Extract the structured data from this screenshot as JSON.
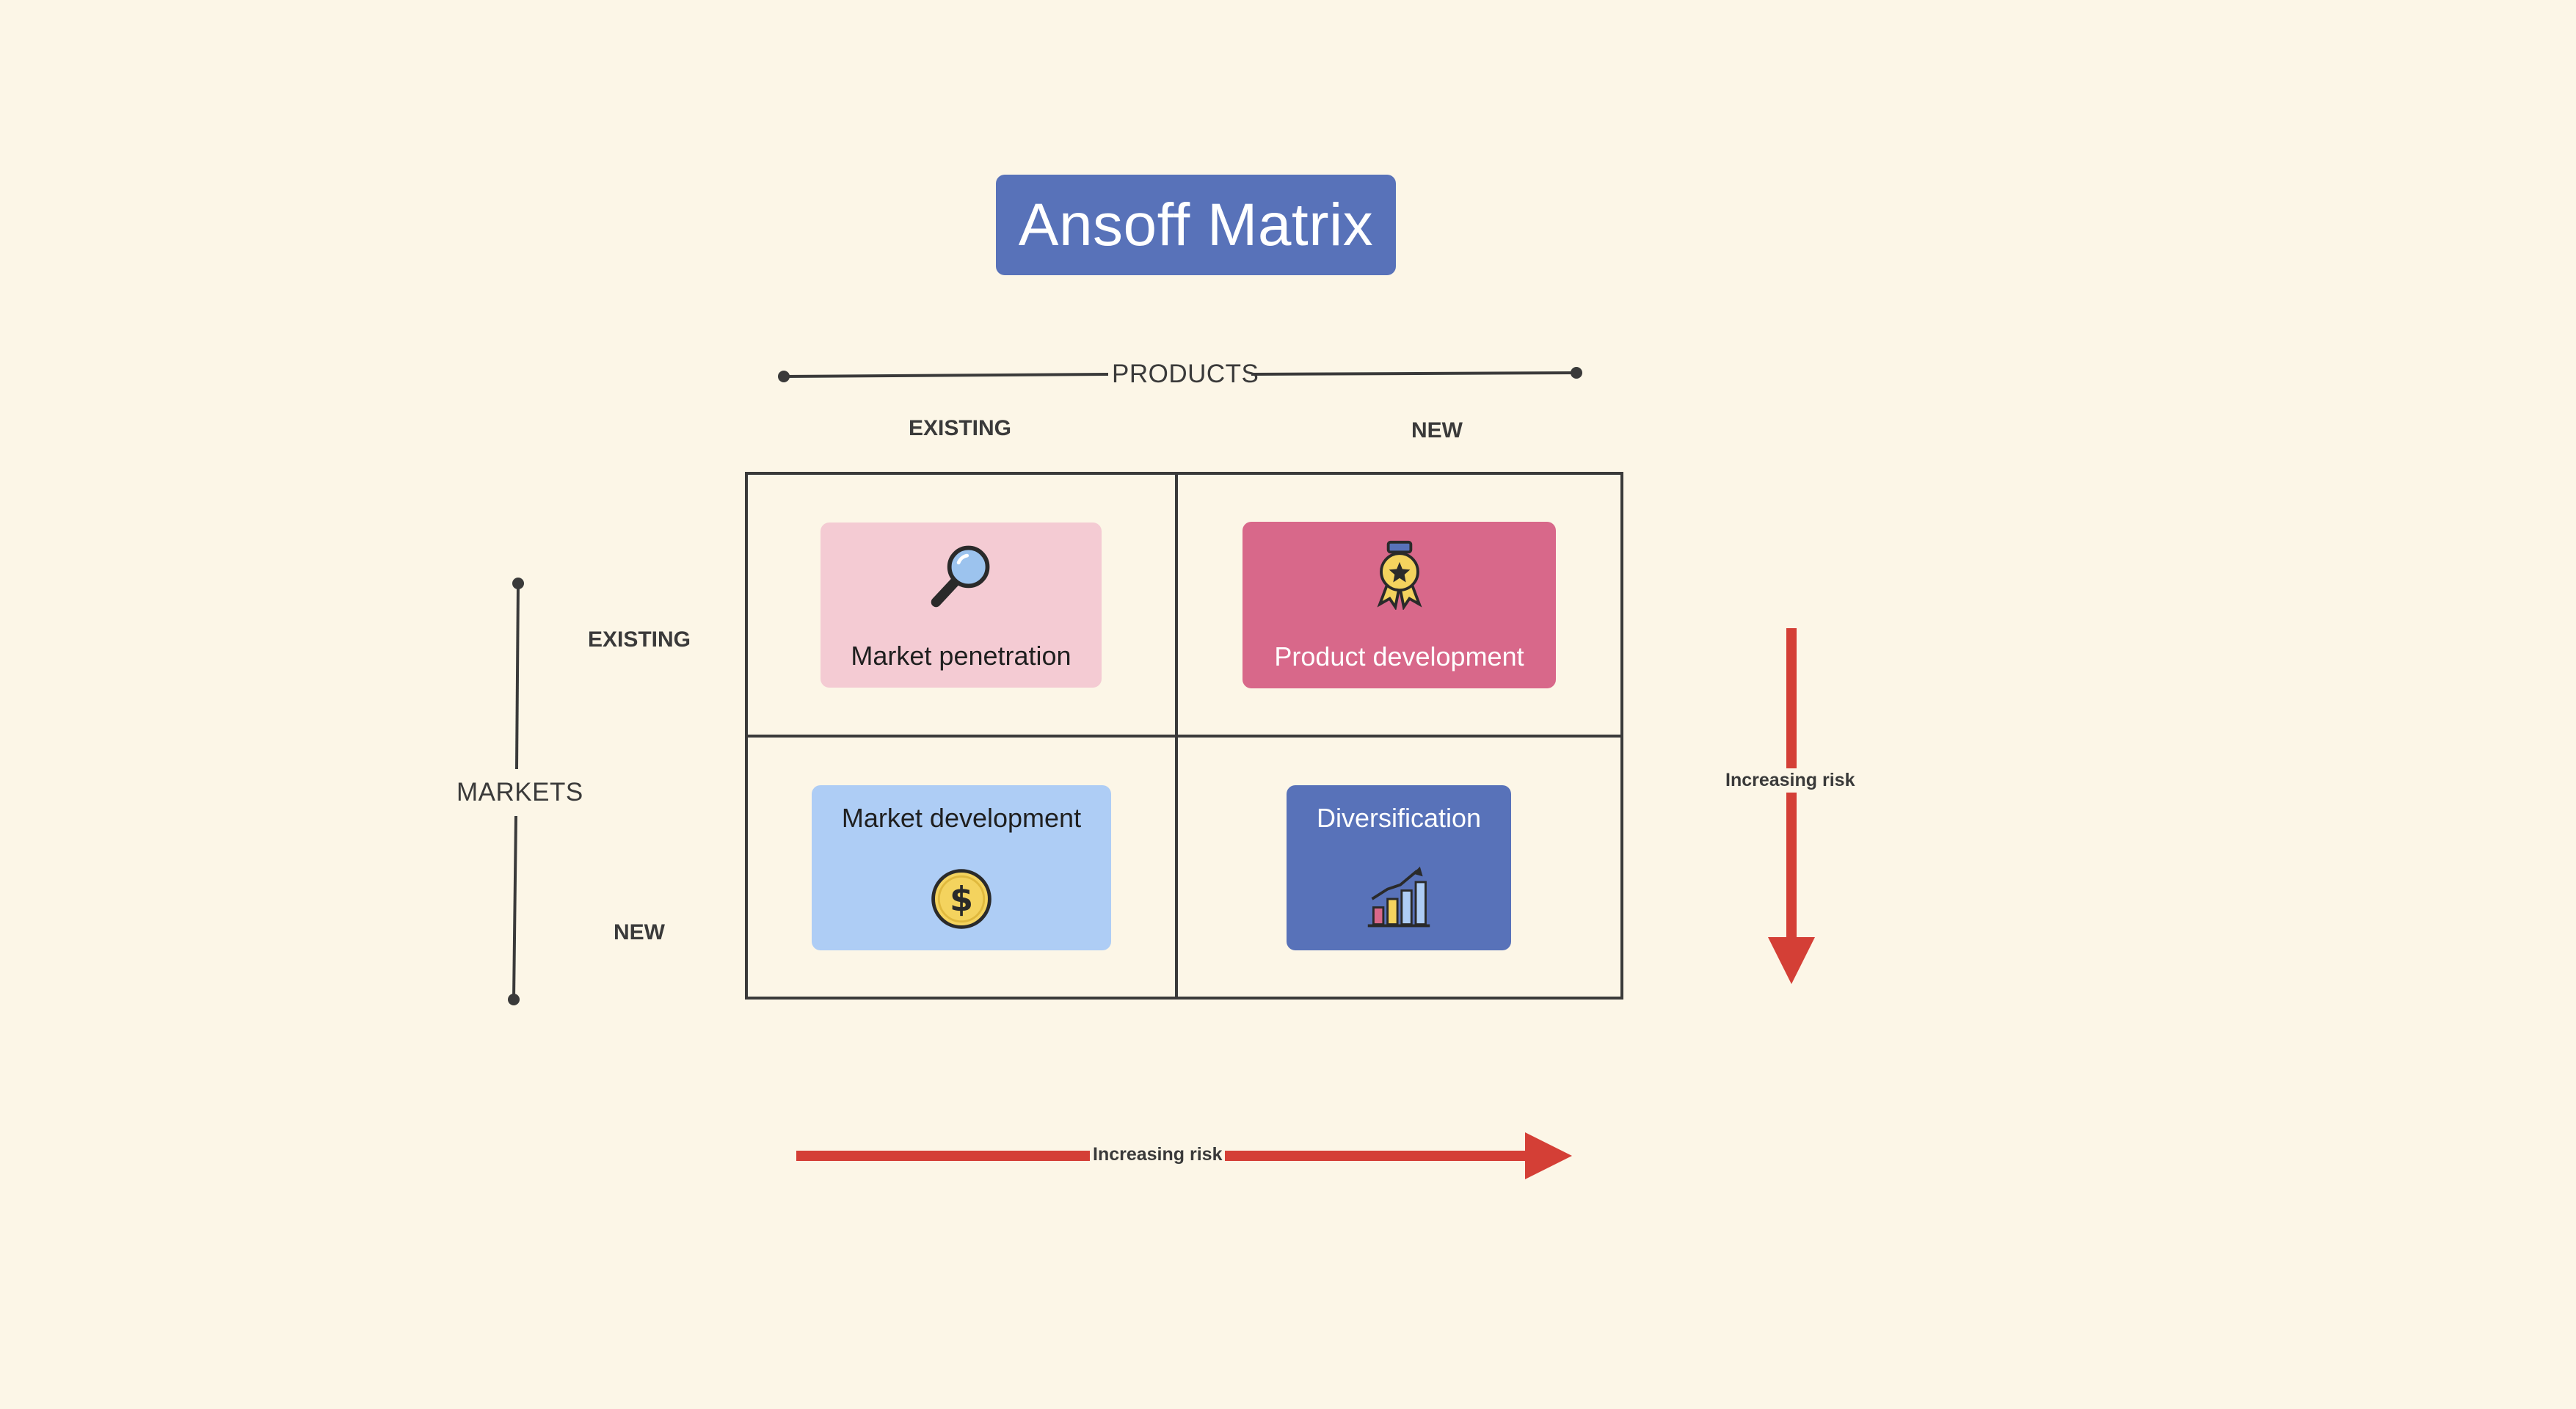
{
  "title": "Ansoff Matrix",
  "axes": {
    "products_label": "PRODUCTS",
    "markets_label": "MARKETS"
  },
  "columns": {
    "existing": "EXISTING",
    "new": "NEW"
  },
  "rows": {
    "existing": "EXISTING",
    "new": "NEW"
  },
  "quadrants": {
    "market_penetration": {
      "label": "Market penetration",
      "icon": "magnifier-icon",
      "bg": "#f4cbd3",
      "text_color": "#1f1f1f"
    },
    "product_development": {
      "label": "Product development",
      "icon": "award-medal-icon",
      "bg": "#d8688a",
      "text_color": "#ffffff"
    },
    "market_development": {
      "label": "Market development",
      "icon": "dollar-coin-icon",
      "bg": "#aecdf5",
      "text_color": "#1f1f1f"
    },
    "diversification": {
      "label": "Diversification",
      "icon": "growth-chart-icon",
      "bg": "#5872b9",
      "text_color": "#ffffff"
    }
  },
  "risk": {
    "horizontal_label": "Increasing risk",
    "vertical_label": "Increasing risk",
    "arrow_color": "#d43f36"
  },
  "colors": {
    "background": "#fcf6e7",
    "title_bg": "#5872b9",
    "grid_line": "#3a3a3a"
  }
}
